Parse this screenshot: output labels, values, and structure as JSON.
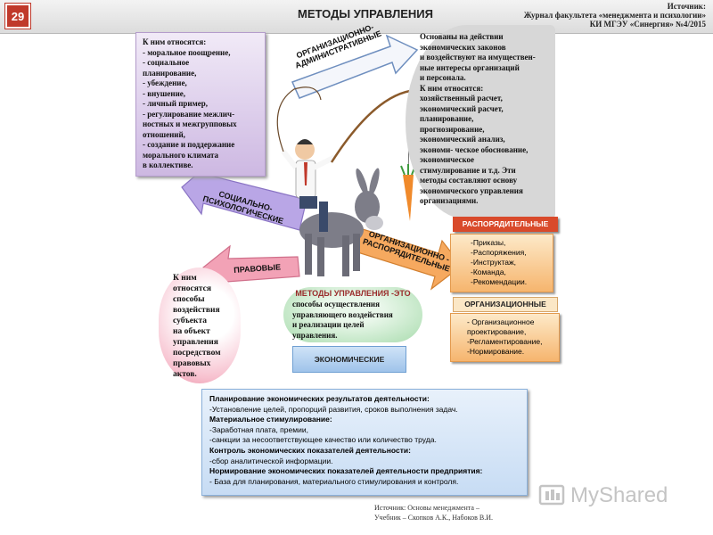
{
  "header": {
    "page_number": "29",
    "title": "МЕТОДЫ УПРАВЛЕНИЯ",
    "source_lines": [
      "Источник:",
      "Журнал факультета «менеджмента и психологии»",
      "КИ МГЭУ «Синергия» №4/2015"
    ]
  },
  "arrows": {
    "org_admin": [
      "ОРГАНИЗАЦИОННО-",
      "АДМИНИСТРАТИВНЫЕ"
    ],
    "socio_psych": [
      "СОЦИАЛЬНО-",
      "ПСИХОЛОГИЧЕСКИЕ"
    ],
    "legal": "ПРАВОВЫЕ",
    "org_disp": [
      "ОРГАНИЗАЦИОННО -",
      "РАСПОРЯДИТЕЛЬНЫЕ"
    ]
  },
  "purple_box": {
    "lines": [
      "К ним относятся:",
      "- моральное поощрение,",
      "- социальное",
      "планирование,",
      "- убеждение,",
      "- внушение,",
      "- личный пример,",
      "- регулирование межлич-",
      "ностных и межгрупповых",
      "отношений,",
      "- создание и поддержание",
      "морального климата",
      "в коллективе."
    ]
  },
  "grey_box": {
    "lines": [
      "Основаны на действии",
      "экономических законов",
      "и воздействуют на имуществен-",
      "ные интересы организаций",
      "и персонала.",
      "К ним относятся:",
      "хозяйственный расчет,",
      "экономический расчет,",
      "планирование,",
      "прогнозирование,",
      "экономический анализ,",
      "экономи- ческое обоснование,",
      "экономическое",
      "стимулирование и т.д. Эти",
      "методы составляют основу",
      "экономического управления",
      "организациями."
    ]
  },
  "pink_box": {
    "lines": [
      "К ним",
      "относятся",
      "способы",
      "воздействия",
      "субъекта",
      "на объект",
      "управления",
      "посредством",
      "правовых",
      "актов."
    ]
  },
  "center_box": {
    "title": "МЕТОДЫ УПРАВЛЕНИЯ -ЭТО",
    "lines": [
      "способы осуществления",
      "управляющего воздействия",
      "и реализации целей",
      "управления."
    ]
  },
  "dispositive": {
    "heading": "РАСПОРЯДИТЕЛЬНЫЕ",
    "items": [
      "-Приказы,",
      "-Распоряжения,",
      "-Инструктаж,",
      "-Команда,",
      "-Рекомендации."
    ]
  },
  "organizational": {
    "heading": "ОРГАНИЗАЦИОННЫЕ",
    "items": [
      "- Организационное",
      "проектирование,",
      "-Регламентирование,",
      "-Нормирование."
    ]
  },
  "economic": {
    "heading": "ЭКОНОМИЧЕСКИЕ",
    "lines": [
      {
        "text": "Планирование экономических результатов деятельности:",
        "bold": true
      },
      {
        "text": "-Установление целей, пропорций развития, сроков выполнения задач.",
        "bold": false
      },
      {
        "text": "Материальное стимулирование:",
        "bold": true
      },
      {
        "text": "-Заработная плата, премии,",
        "bold": false
      },
      {
        "text": "-санкции за несоответствующее качество или количество труда.",
        "bold": false
      },
      {
        "text": "Контроль экономических показателей деятельности:",
        "bold": true
      },
      {
        "text": "-сбор аналитической информации.",
        "bold": false
      },
      {
        "text": "Нормирование экономических показателей деятельности предприятия:",
        "bold": true
      },
      {
        "text": "- База для планирования, материального стимулирования и контроля.",
        "bold": false
      }
    ]
  },
  "footer": {
    "source_lines": [
      "Источник: Основы менеджмента –",
      "Учебник – Скопков А.К., Набоков В.И."
    ],
    "watermark": "MyShared"
  },
  "colors": {
    "red_accent": "#c0392b",
    "dispositive_header": "#d94a2b",
    "arrow_purple": "#b9a6e6",
    "arrow_pink": "#f2a2b6",
    "arrow_orange": "#f6a95f",
    "arrow_blue": "#9fc3ea"
  }
}
